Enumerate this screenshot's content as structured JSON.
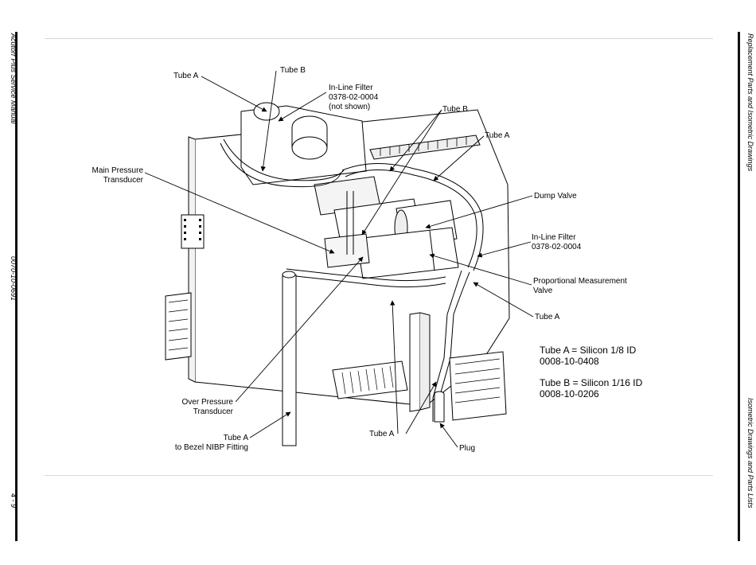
{
  "page": {
    "left_margin": {
      "title": "Acutorr Plus Service Manual",
      "doc_number": "0070-10-0691",
      "page_number": "4 - 9"
    },
    "right_margin": {
      "top_text": "Replacement Parts and Isometric Drawings",
      "bottom_text": "Isometric Drawings and Parts Lists"
    }
  },
  "callouts": {
    "tube_a_top": "Tube A",
    "tube_b_top": "Tube B",
    "inline_filter_top": {
      "line1": "In-Line Filter",
      "line2": "0378-02-0004",
      "line3": "(not shown)"
    },
    "tube_b_mid": "Tube B",
    "tube_a_right": "Tube A",
    "main_pressure": {
      "line1": "Main Pressure",
      "line2": "Transducer"
    },
    "dump_valve": "Dump Valve",
    "inline_filter_mid": {
      "line1": "In-Line Filter",
      "line2": "0378-02-0004"
    },
    "proportional": {
      "line1": "Proportional Measurement",
      "line2": "Valve"
    },
    "tube_a_lower_right": "Tube A",
    "over_pressure": {
      "line1": "Over Pressure",
      "line2": "Transducer"
    },
    "tube_a_bezel": {
      "line1": "Tube A",
      "line2": "to Bezel NIBP Fitting"
    },
    "tube_a_bottom": "Tube A",
    "plug": "Plug"
  },
  "legend": {
    "tube_a": {
      "line1": "Tube A = Silicon 1/8 ID",
      "line2": "0008-10-0408"
    },
    "tube_b": {
      "line1": "Tube B = Silicon 1/16 ID",
      "line2": "0008-10-0206"
    }
  }
}
